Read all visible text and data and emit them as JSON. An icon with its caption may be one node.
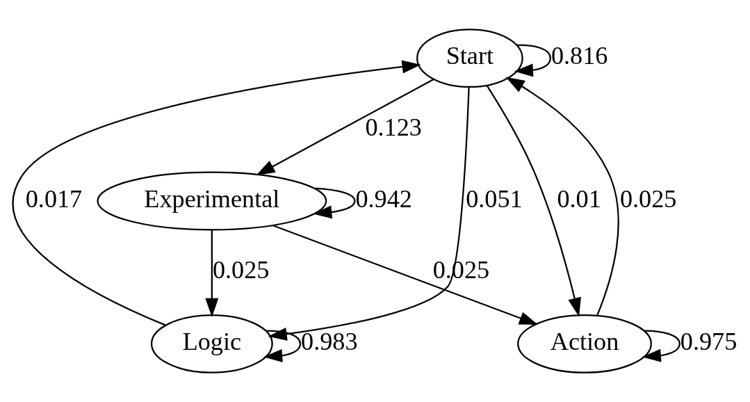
{
  "diagram": {
    "nodes": [
      {
        "text": [
          "Start"
        ]
      },
      {
        "text": [
          "Experimental"
        ]
      },
      {
        "text": [
          "Logic"
        ]
      },
      {
        "text": [
          "Action"
        ]
      }
    ],
    "edges": [
      {
        "from": 0,
        "to": 0,
        "arrow": "to",
        "label": "0.816"
      },
      {
        "from": 0,
        "to": 1,
        "arrow": "to",
        "label": "0.123"
      },
      {
        "from": 0,
        "to": 2,
        "arrow": "to",
        "label": "0.051"
      },
      {
        "from": 0,
        "to": 3,
        "arrow": "to",
        "label": "0.01"
      },
      {
        "from": 3,
        "to": 0,
        "arrow": "to",
        "label": "0.025"
      },
      {
        "from": 2,
        "to": 0,
        "arrow": "to",
        "label": "0.017"
      },
      {
        "from": 1,
        "to": 1,
        "arrow": "to",
        "label": "0.942"
      },
      {
        "from": 1,
        "to": 2,
        "arrow": "to",
        "label": "0.025"
      },
      {
        "from": 1,
        "to": 3,
        "arrow": "to",
        "label": "0.025"
      },
      {
        "from": 2,
        "to": 2,
        "arrow": "to",
        "label": "0.983"
      },
      {
        "from": 3,
        "to": 3,
        "arrow": "to",
        "label": "0.975"
      }
    ]
  }
}
